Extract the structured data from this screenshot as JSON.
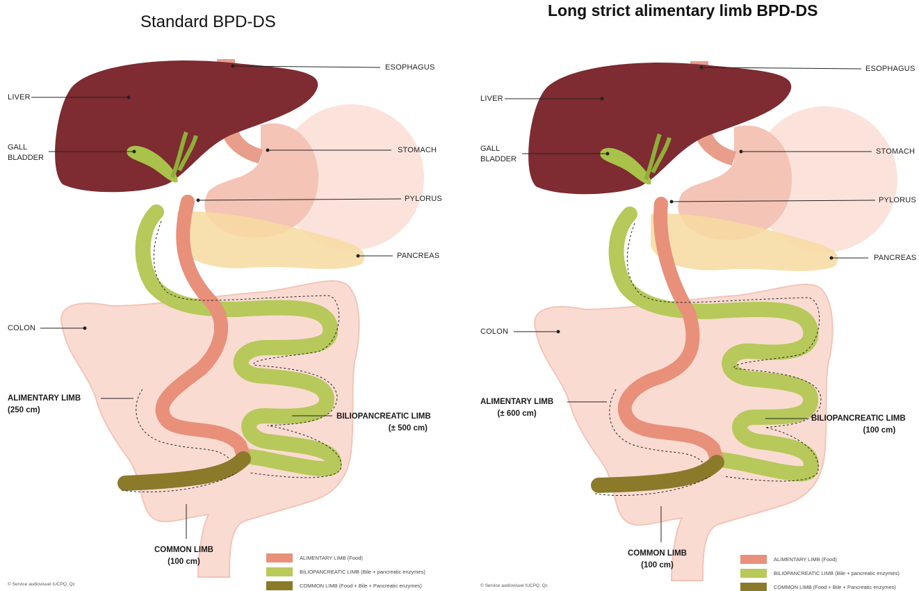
{
  "colors": {
    "alimentary": "#e8907a",
    "biliopancreatic": "#b9c95a",
    "common": "#8a7a2a",
    "liver": "#7a2a2e",
    "colon": "#f9d8cf",
    "stomach": "#f4c2b3"
  },
  "legend": [
    {
      "key": "alimentary",
      "label": "ALIMENTARY LIMB (Food)"
    },
    {
      "key": "biliopancreatic",
      "label": "BILIOPANCREATIC LIMB (Bile + pancreatic enzymes)"
    },
    {
      "key": "common",
      "label": "COMMON LIMB (Food + Bile + Pancreatic enzymes)"
    }
  ],
  "credit": "© Service audiovisuel IUCPQ, Qc",
  "panels": [
    {
      "title": "Standard BPD-DS",
      "labels": {
        "esophagus": "ESOPHAGUS",
        "liver": "LIVER",
        "gall_bladder_1": "GALL",
        "gall_bladder_2": "BLADDER",
        "stomach": "STOMACH",
        "pylorus": "PYLORUS",
        "pancreas": "PANCREAS",
        "colon": "COLON",
        "alimentary_limb": "ALIMENTARY LIMB",
        "alimentary_length": "(250 cm)",
        "biliopancreatic_limb": "BILIOPANCREATIC LIMB",
        "biliopancreatic_length": "(± 500 cm)",
        "common_limb": "COMMON LIMB",
        "common_length": "(100 cm)"
      }
    },
    {
      "title": "Long strict alimentary limb BPD-DS",
      "labels": {
        "esophagus": "ESOPHAGUS",
        "liver": "LIVER",
        "gall_bladder_1": "GALL",
        "gall_bladder_2": "BLADDER",
        "stomach": "STOMACH",
        "pylorus": "PYLORUS",
        "pancreas": "PANCREAS",
        "colon": "COLON",
        "alimentary_limb": "ALIMENTARY LIMB",
        "alimentary_length": "(± 600 cm)",
        "biliopancreatic_limb": "BILIOPANCREATIC LIMB",
        "biliopancreatic_length": "(100 cm)",
        "common_limb": "COMMON LIMB",
        "common_length": "(100 cm)"
      }
    }
  ]
}
